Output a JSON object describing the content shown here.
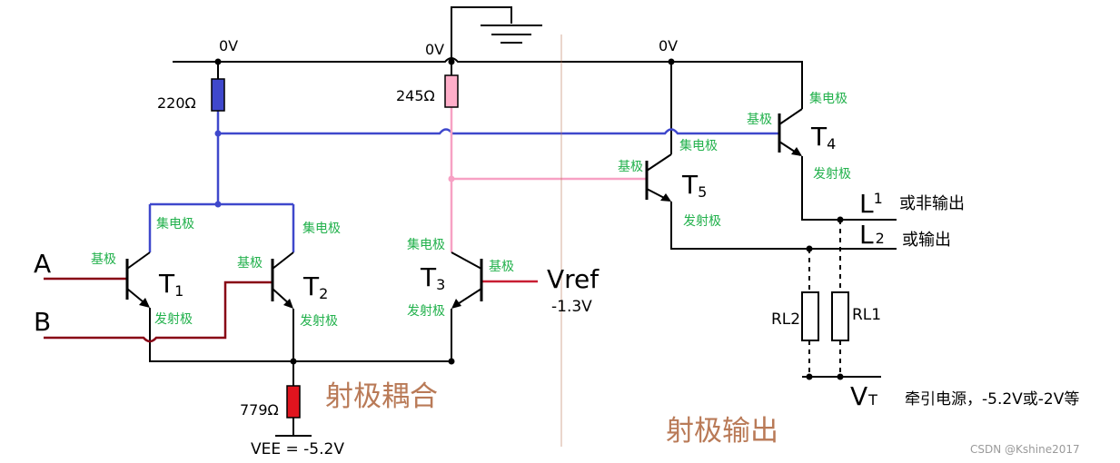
{
  "colors": {
    "wire": "#000000",
    "blue_wire": "#3f48cc",
    "pink_wire": "#f7a1c4",
    "dark_red_wire": "#880015",
    "red_wire": "#c81e32",
    "resistor_blue": "#3f48cc",
    "resistor_pink": "#ffaec9",
    "resistor_red": "#e0141e",
    "green_label": "#22b14c",
    "section_label": "#b97a57"
  },
  "rails": {
    "left_0v": "0V",
    "mid_0v": "0V",
    "right_0v": "0V",
    "vee": "VEE = -5.2V"
  },
  "resistors": {
    "r1": "220Ω",
    "r2": "245Ω",
    "r3": "779Ω",
    "rl2": "RL2",
    "rl1": "RL1"
  },
  "inputs": {
    "a": "A",
    "b": "B",
    "vref": "Vref",
    "vref_value": "-1.3V"
  },
  "transistors": {
    "t1": {
      "letter": "T",
      "sub": "1"
    },
    "t2": {
      "letter": "T",
      "sub": "2"
    },
    "t3": {
      "letter": "T",
      "sub": "3"
    },
    "t4": {
      "letter": "T",
      "sub": "4"
    },
    "t5": {
      "letter": "T",
      "sub": "5"
    }
  },
  "terminals": {
    "collector": "集电极",
    "base": "基极",
    "emitter": "发射极"
  },
  "outputs": {
    "l1_letter": "L",
    "l1_sub": "1",
    "l1_desc": "或非输出",
    "l2_letter": "L",
    "l2_sub": "2",
    "l2_desc": "或输出",
    "vt_letter": "V",
    "vt_sub": "T",
    "vt_desc": "牵引电源，-5.2V或-2V等"
  },
  "sections": {
    "coupling": "射极耦合",
    "output": "射极输出"
  },
  "watermark": "CSDN @Kshine2017"
}
